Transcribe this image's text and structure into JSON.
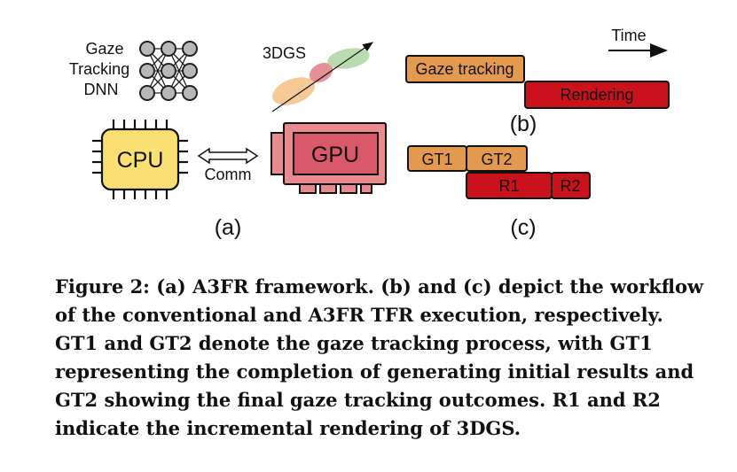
{
  "figure": {
    "panel_a": {
      "dnn_label_lines": [
        "Gaze",
        "Tracking",
        "DNN"
      ],
      "gs_label": "3DGS",
      "cpu_label": "CPU",
      "gpu_label": "GPU",
      "comm_label": "Comm",
      "sublabel": "(a)"
    },
    "panel_b": {
      "time_label": "Time",
      "gaze_bar": "Gaze tracking",
      "render_bar": "Rendering",
      "sublabel": "(b)"
    },
    "panel_c": {
      "gt1": "GT1",
      "gt2": "GT2",
      "r1": "R1",
      "r2": "R2",
      "sublabel": "(c)"
    },
    "colors": {
      "orange": "#E39A4E",
      "red": "#C9121C",
      "cpu_yellow": "#FADF72",
      "gpu_pink": "#E88A8E",
      "node_gray": "#B8B8B8"
    }
  },
  "caption": "Figure 2: (a) A3FR framework. (b) and (c) depict the workflow of the conventional and A3FR TFR execution, respectively. GT1 and GT2 denote the gaze tracking process, with GT1 representing the completion of generating initial results and GT2 showing the final gaze tracking outcomes. R1 and R2 indicate the incremental rendering of 3DGS."
}
